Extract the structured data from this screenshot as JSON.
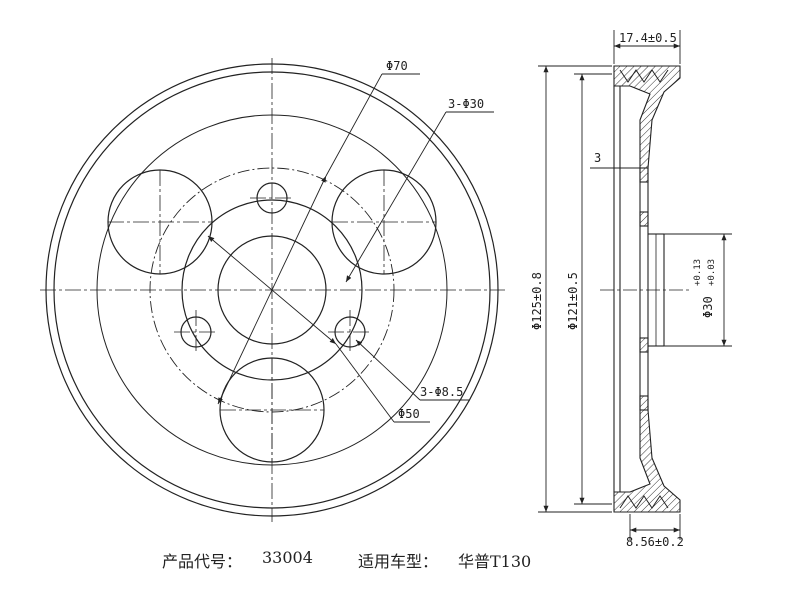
{
  "front_view": {
    "labels": {
      "bolt_circle": "Φ70",
      "large_holes": "3-Φ30",
      "small_holes": "3-Φ8.5",
      "center_circle": "Φ50"
    }
  },
  "side_view": {
    "labels": {
      "top_width": "17.4±0.5",
      "thickness": "3",
      "outer_dia": "Φ125±0.8",
      "inner_dia": "Φ121±0.5",
      "bore_dia": "Φ30",
      "bore_tol_upper": "+0.13",
      "bore_tol_lower": "+0.03",
      "bottom_width": "8.56±0.2"
    }
  },
  "caption": {
    "product_code_label": "产品代号：",
    "product_code": "33004",
    "vehicle_label": "适用车型：",
    "vehicle": "华普T130"
  }
}
